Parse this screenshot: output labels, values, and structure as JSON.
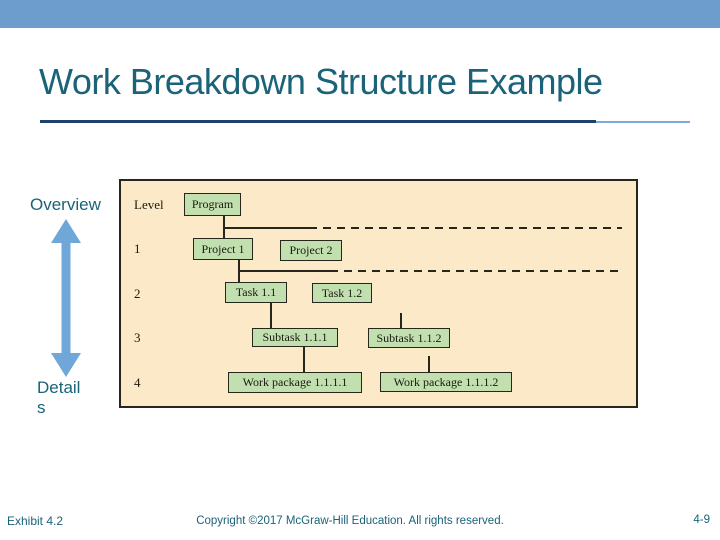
{
  "slide": {
    "title": "Work Breakdown Structure Example",
    "footer": {
      "exhibit_label": "Exhibit 4.2",
      "copyright": "Copyright ©2017 McGraw-Hill Education. All rights reserved.",
      "page_number": "4-9"
    }
  },
  "annotations": {
    "overview_label": "Overview",
    "details_lines": [
      "Detail",
      "s"
    ],
    "arrow_icon": "double-headed-vertical-arrow"
  },
  "diagram": {
    "level_labels": [
      "Level",
      "1",
      "2",
      "3",
      "4"
    ],
    "nodes": [
      {
        "id": "program",
        "label": "Program",
        "level": 0
      },
      {
        "id": "project-1",
        "label": "Project 1",
        "level": 1
      },
      {
        "id": "project-2",
        "label": "Project 2",
        "level": 1
      },
      {
        "id": "task-1-1",
        "label": "Task 1.1",
        "level": 2
      },
      {
        "id": "task-1-2",
        "label": "Task 1.2",
        "level": 2
      },
      {
        "id": "subtask-1-1-1",
        "label": "Subtask 1.1.1",
        "level": 3
      },
      {
        "id": "subtask-1-1-2",
        "label": "Subtask 1.1.2",
        "level": 3
      },
      {
        "id": "work-package-1-1-1-1",
        "label": "Work package 1.1.1.1",
        "level": 4
      },
      {
        "id": "work-package-1-1-1-2",
        "label": "Work package 1.1.1.2",
        "level": 4
      }
    ],
    "edges": [
      {
        "from": "Program",
        "to": "Project 1"
      },
      {
        "from": "Project 1",
        "to": "Task 1.1"
      },
      {
        "from": "Task 1.1",
        "to": "Subtask 1.1.1"
      },
      {
        "from": "Subtask 1.1.1",
        "to": "Work package 1.1.1.1"
      }
    ],
    "stub_connectors_above": [
      "Subtask 1.1.2",
      "Work package 1.1.1.2"
    ],
    "dashed_separator_lines": 2
  },
  "colors": {
    "top_bar": "#6C9DCC",
    "title_text": "#1A6379",
    "rule_dark": "#20416B",
    "rule_light": "#7FA9DB",
    "arrow": "#6FA8D8",
    "panel_background": "#FBE9C7",
    "node_fill": "#C2DFB0",
    "line": "#26261B"
  }
}
